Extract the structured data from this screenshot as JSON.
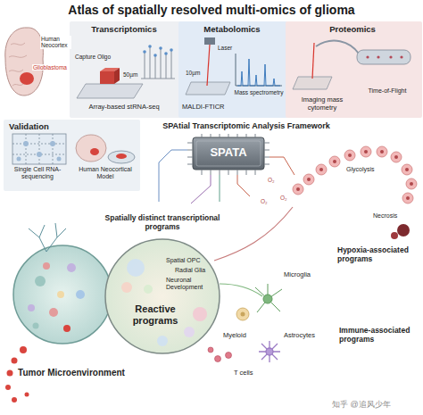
{
  "diagram": {
    "title": "Atlas of spatially resolved multi-omics of glioma",
    "nodes": [
      {
        "text": [
          "Transcriptomics",
          "Array-based stRNA-seq"
        ]
      },
      {
        "text": [
          "Metabolomics",
          "MALDI-FTICR",
          "Mass spectrometry"
        ]
      },
      {
        "text": [
          "Proteomics",
          "Imaging mass cytometry",
          "Time-of-Flight"
        ]
      },
      {
        "text": [
          "Validation",
          "Single Cell RNA-sequencing",
          "Human Neocortical Model"
        ]
      },
      {
        "text": [
          "SPAtial Transcriptomic Analysis Framework",
          "SPATA"
        ]
      },
      {
        "text": [
          "Spatially distinct transcriptional programs",
          "Spatial OPC",
          "Radial Glia",
          "Neuronal Development",
          "Reactive programs"
        ]
      },
      {
        "text": [
          "Tumor Microenvironment"
        ]
      }
    ],
    "labels": [
      "Human Neocortex",
      "Glioblastoma",
      "Capture Oligo",
      "50µm",
      "Laser",
      "10µm",
      "O₂",
      "O₂",
      "O₂",
      "Glycolysis",
      "Necrosis",
      "Hypoxia-associated programs",
      "Microglia",
      "Astrocytes",
      "Myeloid",
      "T cells",
      "Immune-associated programs",
      "知乎 @追风少年"
    ]
  }
}
